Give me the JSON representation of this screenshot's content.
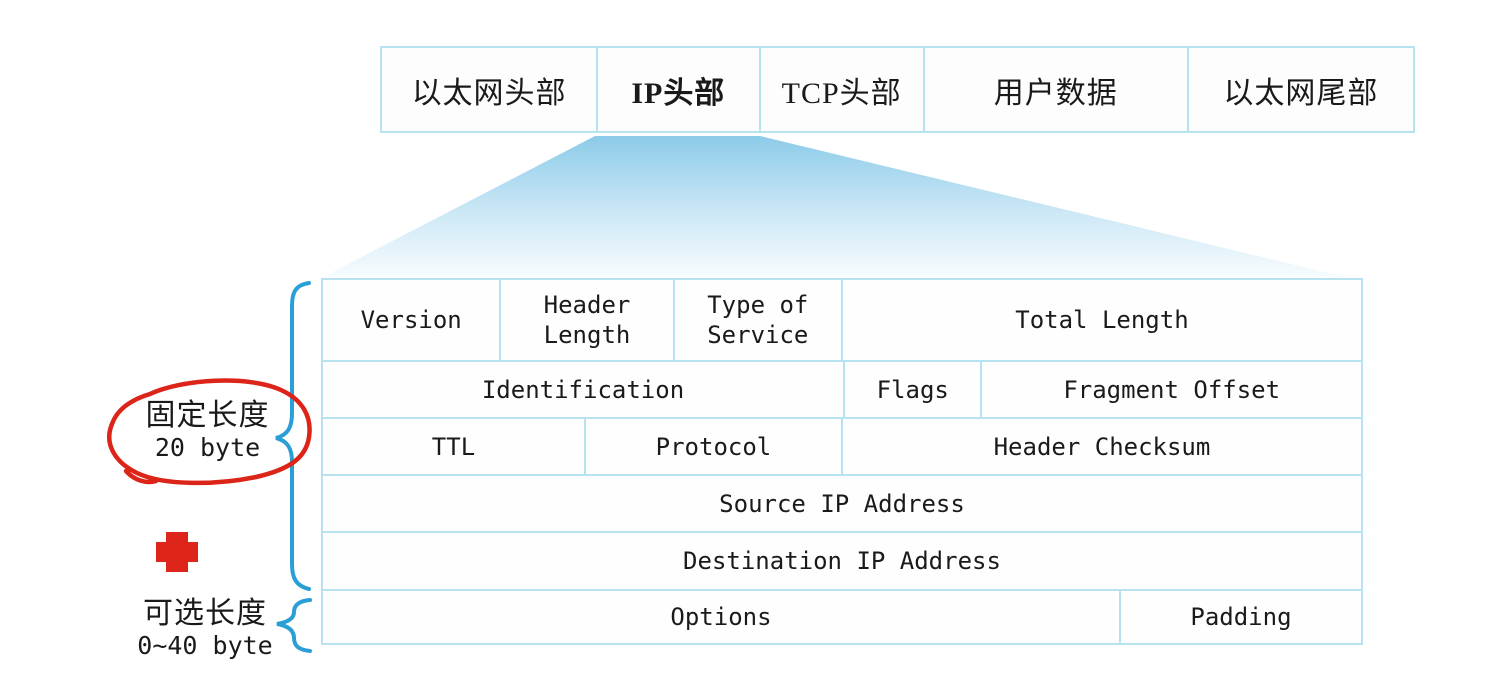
{
  "frame": {
    "cells": [
      {
        "label": "以太网头部"
      },
      {
        "label": "IP头部"
      },
      {
        "label": "TCP头部"
      },
      {
        "label": "用户数据"
      },
      {
        "label": "以太网尾部"
      }
    ]
  },
  "ip": {
    "rows": [
      {
        "cells": [
          {
            "label": "Version"
          },
          {
            "label": "Header Length"
          },
          {
            "label": "Type of Service"
          },
          {
            "label": "Total Length"
          }
        ]
      },
      {
        "cells": [
          {
            "label": "Identification"
          },
          {
            "label": "Flags"
          },
          {
            "label": "Fragment Offset"
          }
        ]
      },
      {
        "cells": [
          {
            "label": "TTL"
          },
          {
            "label": "Protocol"
          },
          {
            "label": "Header Checksum"
          }
        ]
      },
      {
        "cells": [
          {
            "label": "Source IP Address"
          }
        ]
      },
      {
        "cells": [
          {
            "label": "Destination IP Address"
          }
        ]
      },
      {
        "cells": [
          {
            "label": "Options"
          },
          {
            "label": "Padding"
          }
        ]
      }
    ]
  },
  "annotations": {
    "fixed_length": {
      "line1": "固定长度",
      "line2": "20 byte"
    },
    "optional_length": {
      "line1": "可选长度",
      "line2": "0~40 byte"
    }
  },
  "colors": {
    "table_border": "#b7e3f1",
    "trapezoid_top": "#8ccbe9",
    "brace_blue": "#2a9fd6",
    "annotation_red": "#dc2418",
    "text": "#1a1a1a"
  }
}
